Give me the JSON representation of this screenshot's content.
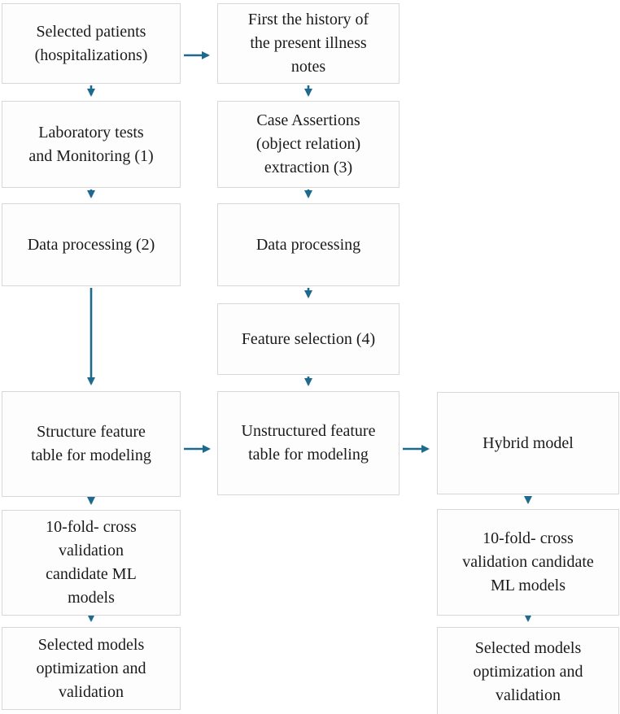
{
  "diagram": {
    "type": "flowchart",
    "colors": {
      "arrow": "#1e6a8e",
      "box_border": "#d8d8d8",
      "box_fill": "#fdfdfd",
      "text": "#1b1b1b",
      "background": "#ffffff"
    },
    "boxes": {
      "selected_patients": "Selected patients\n(hospitalizations)",
      "laboratory_tests": "Laboratory tests\nand Monitoring (1)",
      "data_processing_structured": "Data processing (2)",
      "structured_feature_table": "Structure feature\ntable for modeling",
      "cross_validation_structured": "10-fold- cross\nvalidation\ncandidate ML\nmodels",
      "selected_models_structured": "Selected models\noptimization and\nvalidation",
      "history_notes": "First the history of\nthe present illness\nnotes",
      "case_assertions": "Case Assertions\n(object relation)\nextraction (3)",
      "data_processing_unstructured": "Data processing",
      "feature_selection": "Feature selection (4)",
      "unstructured_feature_table": "Unstructured feature\ntable for modeling",
      "hybrid_model": "Hybrid model",
      "cross_validation_hybrid": "10-fold- cross\nvalidation candidate\nML models",
      "selected_models_hybrid": "Selected models\noptimization and\nvalidation"
    },
    "edges": [
      {
        "from": "selected_patients",
        "to": "history_notes"
      },
      {
        "from": "selected_patients",
        "to": "laboratory_tests"
      },
      {
        "from": "history_notes",
        "to": "case_assertions"
      },
      {
        "from": "laboratory_tests",
        "to": "data_processing_structured"
      },
      {
        "from": "case_assertions",
        "to": "data_processing_unstructured"
      },
      {
        "from": "data_processing_structured",
        "to": "structured_feature_table"
      },
      {
        "from": "data_processing_unstructured",
        "to": "feature_selection"
      },
      {
        "from": "feature_selection",
        "to": "unstructured_feature_table"
      },
      {
        "from": "structured_feature_table",
        "to": "unstructured_feature_table"
      },
      {
        "from": "unstructured_feature_table",
        "to": "hybrid_model"
      },
      {
        "from": "structured_feature_table",
        "to": "cross_validation_structured"
      },
      {
        "from": "cross_validation_structured",
        "to": "selected_models_structured"
      },
      {
        "from": "hybrid_model",
        "to": "cross_validation_hybrid"
      },
      {
        "from": "cross_validation_hybrid",
        "to": "selected_models_hybrid"
      }
    ]
  }
}
